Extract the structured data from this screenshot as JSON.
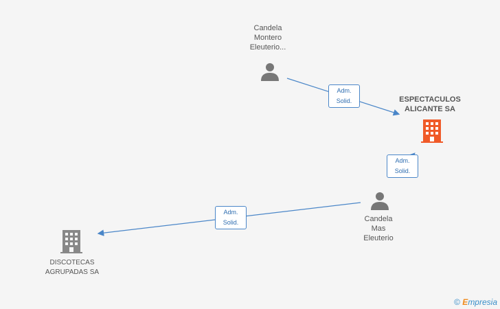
{
  "nodes": {
    "person_top": {
      "lines": [
        "Candela",
        "Montero",
        "Eleuterio..."
      ]
    },
    "company_main": {
      "lines": [
        "ESPECTACULOS",
        "ALICANTE SA"
      ]
    },
    "person_mid": {
      "lines": [
        "Candela",
        "Mas",
        "Eleuterio"
      ]
    },
    "company_bottom": {
      "lines": [
        "DISCOTECAS",
        "AGRUPADAS SA"
      ]
    }
  },
  "edges": [
    {
      "from": "person_top",
      "to": "company_main",
      "label": [
        "Adm.",
        "Solid."
      ]
    },
    {
      "from": "person_mid",
      "to": "company_main",
      "label": [
        "Adm.",
        "Solid."
      ]
    },
    {
      "from": "person_mid",
      "to": "company_bottom",
      "label": [
        "Adm.",
        "Solid."
      ]
    }
  ],
  "colors": {
    "edge": "#4a86c8",
    "person": "#777777",
    "company_main": "#f05a28",
    "company_other": "#888888"
  },
  "footer": {
    "copyright": "©",
    "brand_e": "E",
    "brand_rest": "mpresia"
  }
}
